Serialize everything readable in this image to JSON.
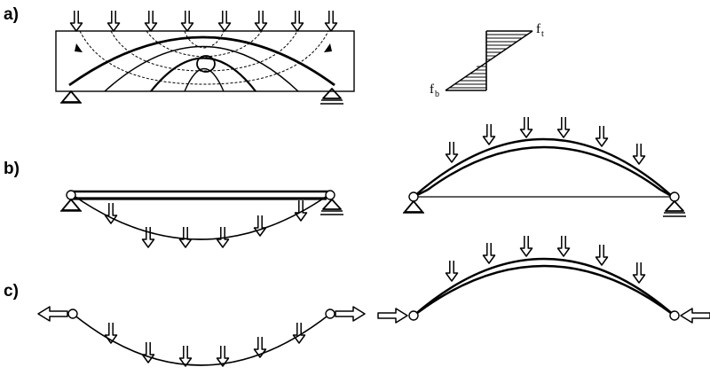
{
  "labels": {
    "a": "a)",
    "b": "b)",
    "c": "c)",
    "f_top_main": "f",
    "f_top_sub": "t",
    "f_bot_main": "f",
    "f_bot_sub": "b"
  },
  "colors": {
    "ink": "#000000",
    "paper": "#ffffff"
  }
}
